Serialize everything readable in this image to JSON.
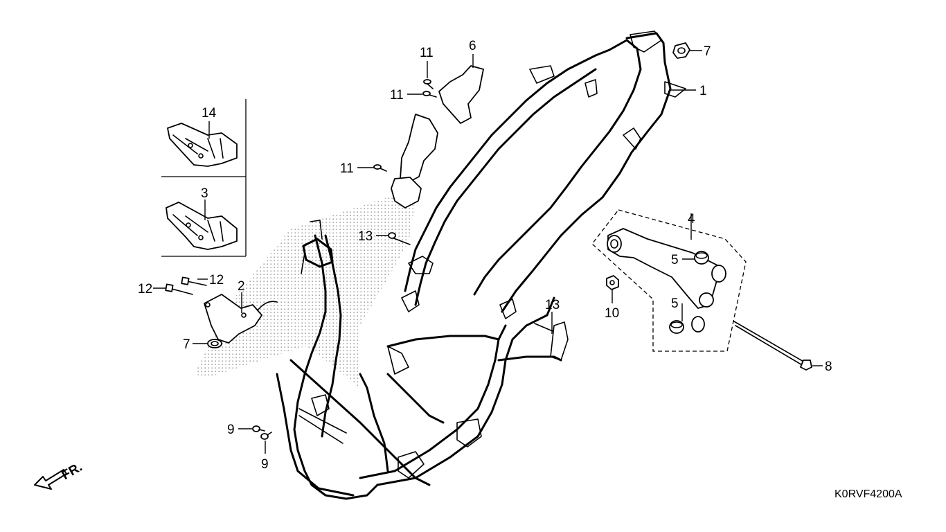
{
  "diagram": {
    "drawing_code": "K0RVF4200A",
    "direction_label": "FR.",
    "callouts": {
      "c1": "1",
      "c2": "2",
      "c3": "3",
      "c4": "4",
      "c5a": "5",
      "c5b": "5",
      "c6": "6",
      "c7a": "7",
      "c7b": "7",
      "c8": "8",
      "c9a": "9",
      "c9b": "9",
      "c10": "10",
      "c11a": "11",
      "c11b": "11",
      "c11c": "11",
      "c12a": "12",
      "c12b": "12",
      "c13a": "13",
      "c13b": "13",
      "c14": "14"
    }
  }
}
